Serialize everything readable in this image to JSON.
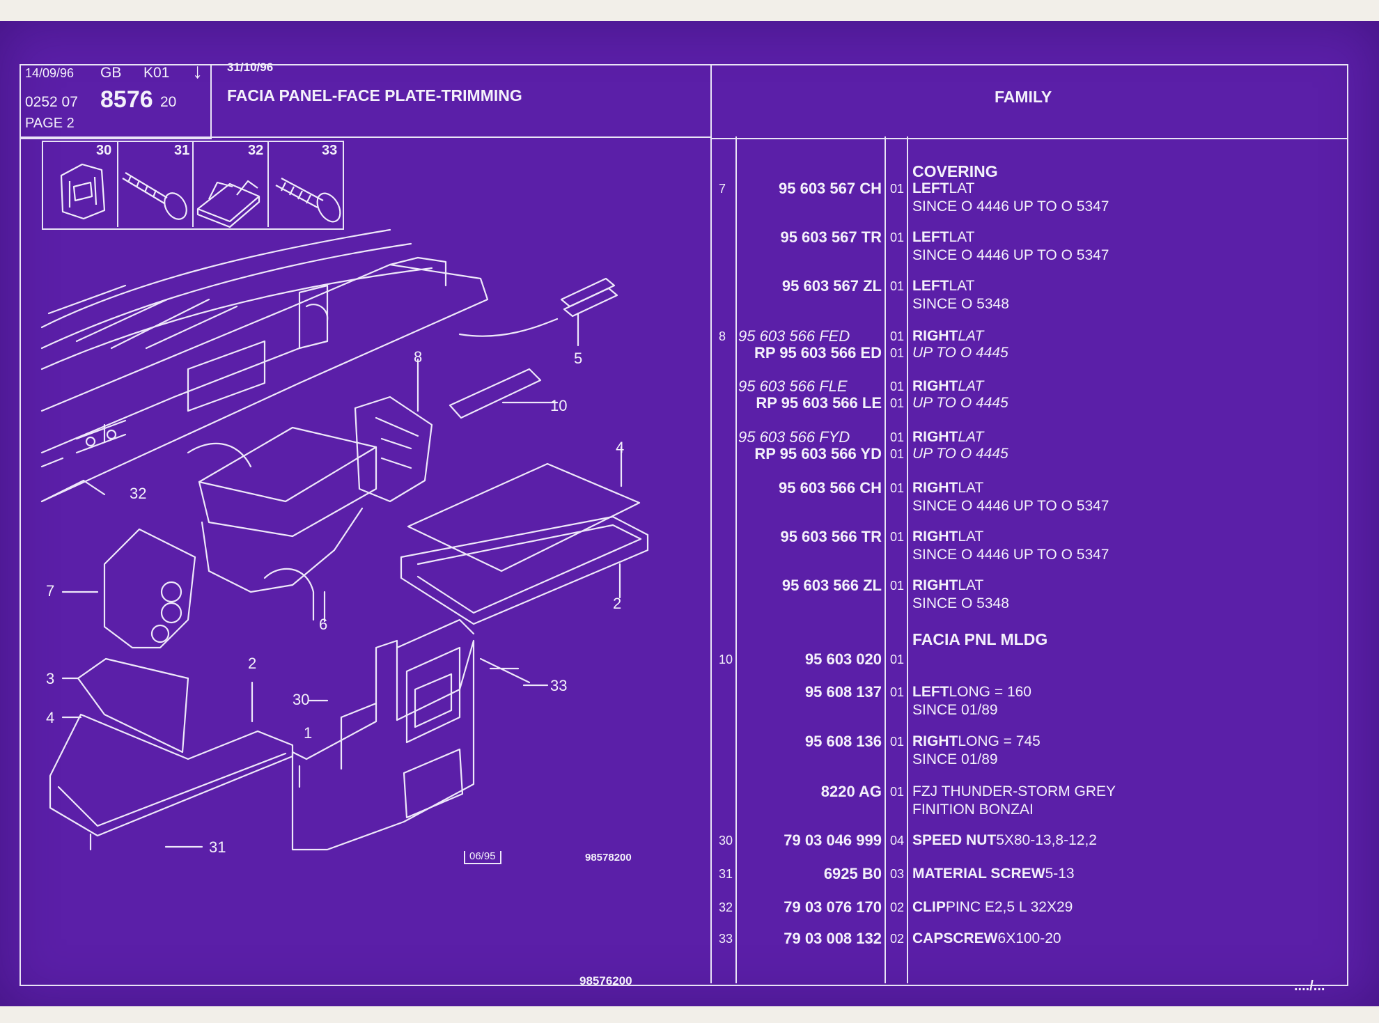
{
  "header": {
    "date": "14/09/96",
    "lang": "GB",
    "code_k": "K01",
    "date2": "31/10/96",
    "ref_prefix": "0252 07",
    "ref_main": "8576",
    "ref_suffix": "20",
    "page": "PAGE 2",
    "title": "FACIA PANEL-FACE PLATE-TRIMMING",
    "family": "FAMILY"
  },
  "inset": {
    "labels": [
      "30",
      "31",
      "32",
      "33"
    ]
  },
  "diagram": {
    "callouts": [
      "8",
      "5",
      "10",
      "4",
      "32",
      "7",
      "6",
      "2",
      "3",
      "2",
      "4",
      "30",
      "1",
      "33",
      "31"
    ],
    "stamp": "06/95",
    "code": "98578200",
    "bottom_code": "98576200"
  },
  "rows": [
    {
      "ref": "",
      "part": "",
      "qty": "",
      "desc": "COVERING",
      "desc2": "",
      "line2": ""
    },
    {
      "ref": "7",
      "part": "95 603 567 CH",
      "qty": "01",
      "desc": "LEFT",
      "desc2": " LAT",
      "line2": "SINCE  O  4446  UP  TO  O  5347"
    },
    {
      "ref": "",
      "part": "95 603 567 TR",
      "qty": "01",
      "desc": "LEFT",
      "desc2": " LAT",
      "line2": "SINCE  O  4446  UP  TO  O  5347"
    },
    {
      "ref": "",
      "part": "95 603 567 ZL",
      "qty": "01",
      "desc": "LEFT",
      "desc2": " LAT",
      "line2": "SINCE  O  5348"
    },
    {
      "ref": "8",
      "part": "95 603 566 FED",
      "qty": "01",
      "desc": "RIGHT",
      "desc2": " LAT",
      "line2": "",
      "italic": true
    },
    {
      "ref": "",
      "part": "RP  95 603 566 ED",
      "qty": "01",
      "desc": "",
      "desc2": "UP  TO  O  4445",
      "line2": "",
      "italic_desc": true
    },
    {
      "ref": "",
      "part": "95 603 566 FLE",
      "qty": "01",
      "desc": "RIGHT",
      "desc2": " LAT",
      "line2": "",
      "italic": true
    },
    {
      "ref": "",
      "part": "RP  95 603 566 LE",
      "qty": "01",
      "desc": "",
      "desc2": "UP  TO  O  4445",
      "line2": "",
      "italic_desc": true
    },
    {
      "ref": "",
      "part": "95 603 566 FYD",
      "qty": "01",
      "desc": "RIGHT",
      "desc2": " LAT",
      "line2": "",
      "italic": true
    },
    {
      "ref": "",
      "part": "RP  95 603 566 YD",
      "qty": "01",
      "desc": "",
      "desc2": "UP  TO  O  4445",
      "line2": "",
      "italic_desc": true
    },
    {
      "ref": "",
      "part": "95 603 566 CH",
      "qty": "01",
      "desc": "RIGHT",
      "desc2": " LAT",
      "line2": "SINCE  O  4446  UP  TO  O  5347"
    },
    {
      "ref": "",
      "part": "95 603 566 TR",
      "qty": "01",
      "desc": "RIGHT",
      "desc2": " LAT",
      "line2": "SINCE  O  4446  UP  TO  O  5347"
    },
    {
      "ref": "",
      "part": "95 603 566 ZL",
      "qty": "01",
      "desc": "RIGHT",
      "desc2": " LAT",
      "line2": "SINCE  O  5348"
    },
    {
      "ref": "",
      "part": "",
      "qty": "",
      "desc": "FACIA PNL MLDG",
      "desc2": "",
      "line2": ""
    },
    {
      "ref": "10",
      "part": "95 603 020",
      "qty": "01",
      "desc": "",
      "desc2": "",
      "line2": ""
    },
    {
      "ref": "",
      "part": "95 608 137",
      "qty": "01",
      "desc": "LEFT",
      "desc2": " LONG  =  160",
      "line2": "SINCE  01/89"
    },
    {
      "ref": "",
      "part": "95 608 136",
      "qty": "01",
      "desc": "RIGHT",
      "desc2": " LONG  =  745",
      "line2": "SINCE  01/89"
    },
    {
      "ref": "",
      "part": "8220 AG",
      "qty": "01",
      "desc": "",
      "desc2": "FZJ THUNDER-STORM GREY",
      "line2": "FINITION BONZAI"
    },
    {
      "ref": "30",
      "part": "79 03 046 999",
      "qty": "04",
      "desc": "SPEED NUT",
      "desc2": " 5X80-13,8-12,2",
      "line2": ""
    },
    {
      "ref": "31",
      "part": "6925 B0",
      "qty": "03",
      "desc": "MATERIAL SCREW",
      "desc2": " 5-13",
      "line2": ""
    },
    {
      "ref": "32",
      "part": "79 03 076 170",
      "qty": "02",
      "desc": "CLIP",
      "desc2": " PINC E2,5 L 32X29",
      "line2": ""
    },
    {
      "ref": "33",
      "part": "79 03 008 132",
      "qty": "02",
      "desc": "CAPSCREW",
      "desc2": " 6X100-20",
      "line2": ""
    }
  ],
  "footer": {
    "continued": "..../..."
  }
}
